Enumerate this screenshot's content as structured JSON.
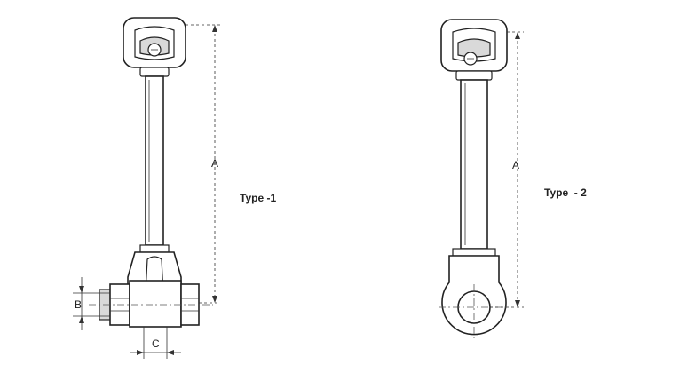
{
  "type1": {
    "label": "Type -1",
    "dim_a": "A",
    "dim_b": "B",
    "dim_c": "C"
  },
  "type2": {
    "label": "Type  - 2",
    "dim_a": "A"
  }
}
